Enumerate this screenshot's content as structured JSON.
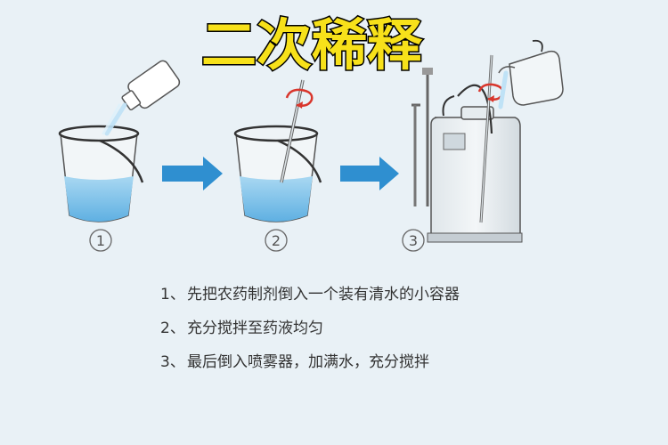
{
  "title": "二次稀释",
  "panel_markers": [
    "①",
    "②",
    "③"
  ],
  "steps": [
    {
      "num": "1、",
      "text": "先把农药制剂倒入一个装有清水的小容器"
    },
    {
      "num": "2、",
      "text": "充分搅拌至药液均匀"
    },
    {
      "num": "3、",
      "text": "最后倒入喷雾器，加满水，充分搅拌"
    }
  ],
  "colors": {
    "background": "#e9f1f6",
    "title_fill": "#f7e11a",
    "title_stroke": "#000000",
    "water": "#8ec8ea",
    "arrow": "#2f8fd0",
    "stir_arrow": "#d9362c"
  }
}
